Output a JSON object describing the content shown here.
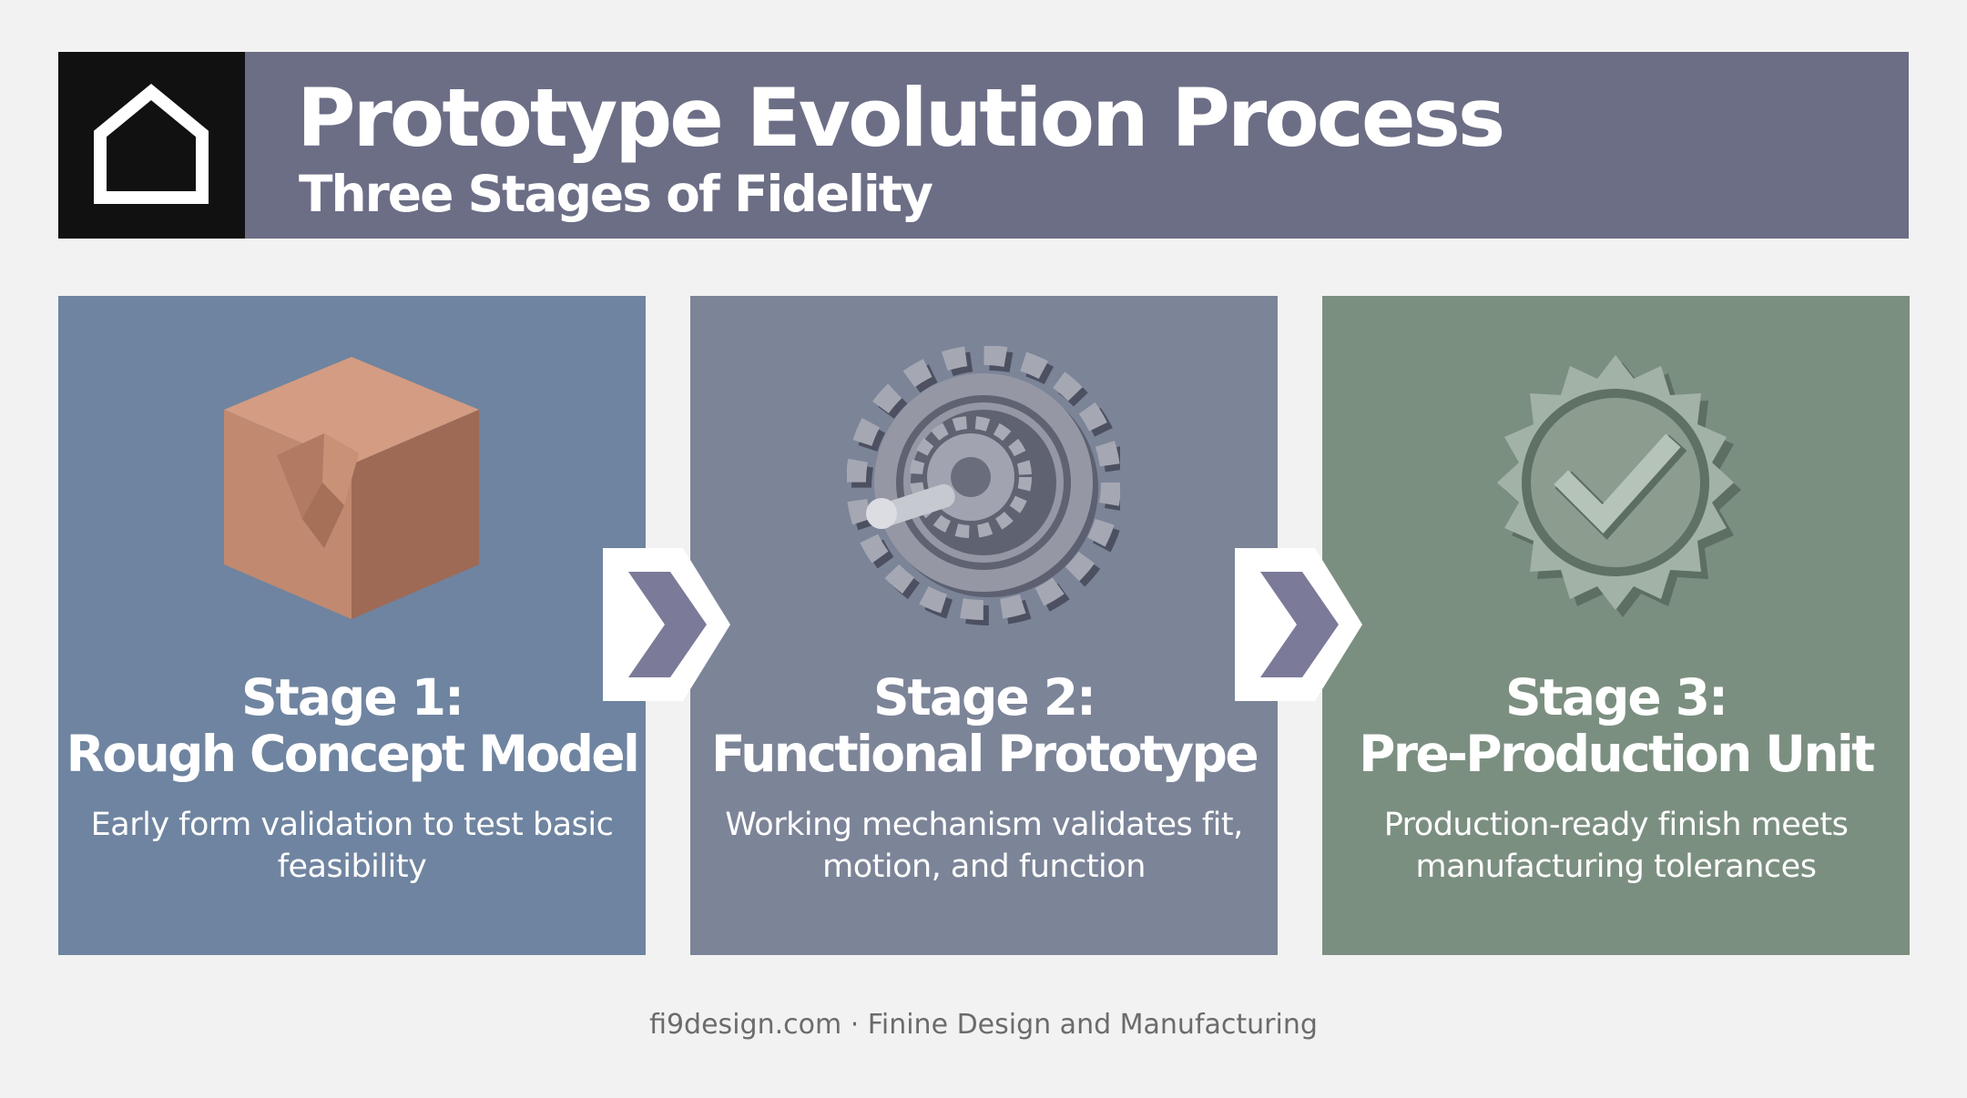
{
  "header": {
    "title": "Prototype Evolution Process",
    "subtitle": "Three Stages of Fidelity",
    "logo_icon": "house-outline-icon"
  },
  "stages": [
    {
      "label": "Stage 1:",
      "name": "Rough Concept Model",
      "description": "Early form validation to test basic feasibility",
      "icon": "rough-cube-icon",
      "color": "#6f84a0"
    },
    {
      "label": "Stage 2:",
      "name": "Functional Prototype",
      "description": "Working mechanism validates fit, motion, and function",
      "icon": "gear-mechanism-icon",
      "color": "#7c8498"
    },
    {
      "label": "Stage 3:",
      "name": "Pre-Production Unit",
      "description": "Production-ready finish meets manufacturing tolerances",
      "icon": "check-seal-icon",
      "color": "#7b8f80"
    }
  ],
  "arrow_icon": "chevron-right-icon",
  "footer": "fi9design.com · Finine Design and Manufacturing",
  "colors": {
    "header": "#6b6e85",
    "logo_background": "#111111",
    "background": "#f2f2f2",
    "arrow": "#7b7a99"
  }
}
